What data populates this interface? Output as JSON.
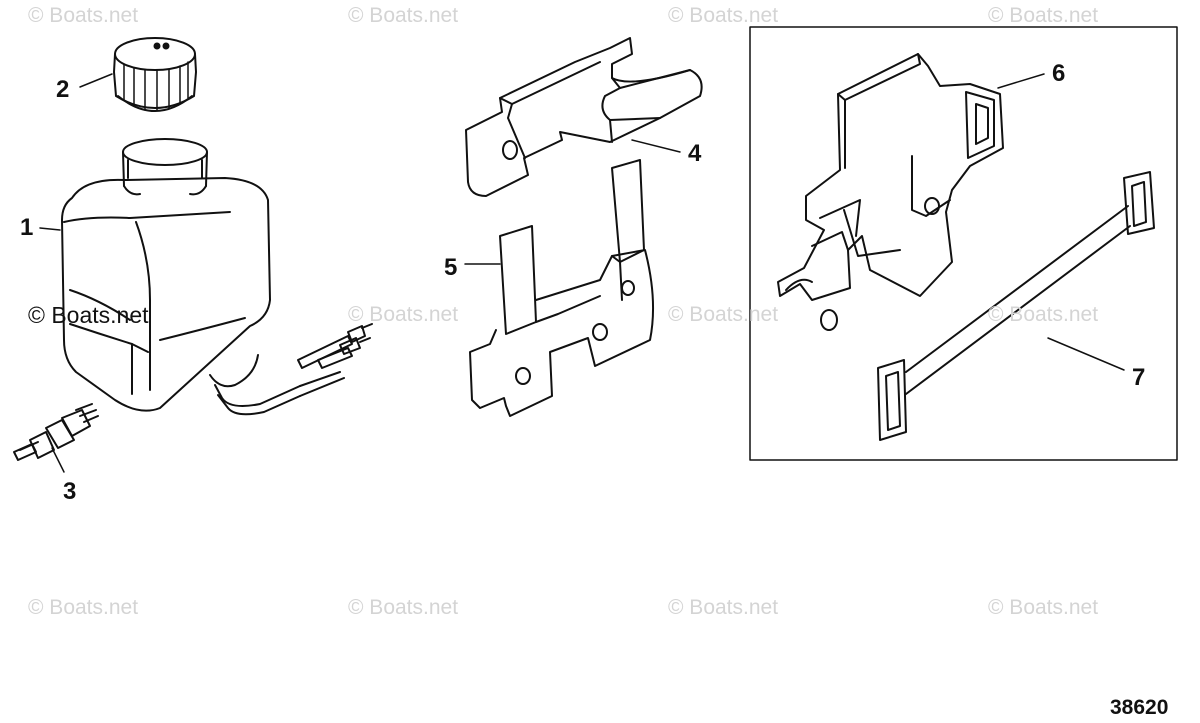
{
  "watermarks": {
    "top": [
      "© Boats.net",
      "© Boats.net",
      "© Boats.net",
      "© Boats.net"
    ],
    "middle_left": "© Boats.net",
    "middle": [
      "© Boats.net",
      "© Boats.net",
      "© Boats.net"
    ],
    "bottom": [
      "© Boats.net",
      "© Boats.net",
      "© Boats.net",
      "© Boats.net"
    ]
  },
  "callouts": [
    "1",
    "2",
    "3",
    "4",
    "5",
    "6",
    "7"
  ],
  "diagram_number": "38620"
}
